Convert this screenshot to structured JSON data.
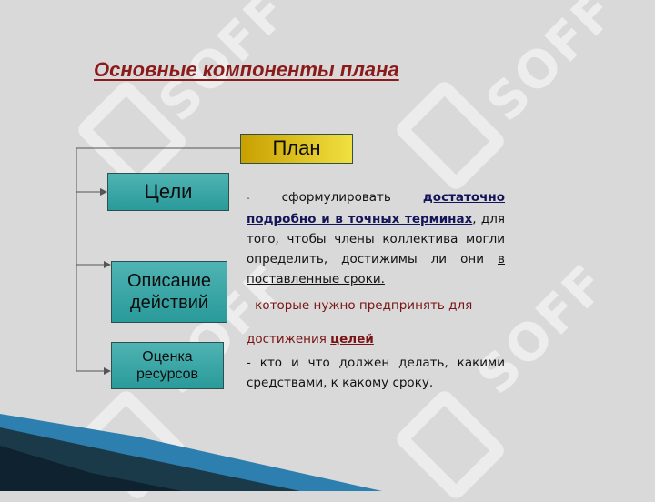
{
  "title": "Основные компоненты плана",
  "watermark": "SOFF",
  "boxes": {
    "plan": "План",
    "goals": "Цели",
    "actions": "Описание действий",
    "resources": "Оценка ресурсов"
  },
  "text": {
    "p1_dash": "-",
    "p1_a": " сформулировать ",
    "p1_bold": "достаточно подробно и в точных терминах",
    "p1_b": ", для того, чтобы члены коллектива могли определить, достижимы ли они ",
    "p1_under": "в поставленные сроки.",
    "p2": "- которые нужно предпринять для",
    "p3_a": "достижения ",
    "p3_bold": "целей",
    "p4": "- кто и что должен делать, какими средствами, к какому сроку."
  },
  "colors": {
    "background": "#d9d9d9",
    "title": "#8b1a1a",
    "plan_box": "#e0c820",
    "teal_box": "#3fa8a8",
    "bottom_band_dark": "#1a3a4a",
    "bottom_band_blue": "#2d7fb0"
  }
}
